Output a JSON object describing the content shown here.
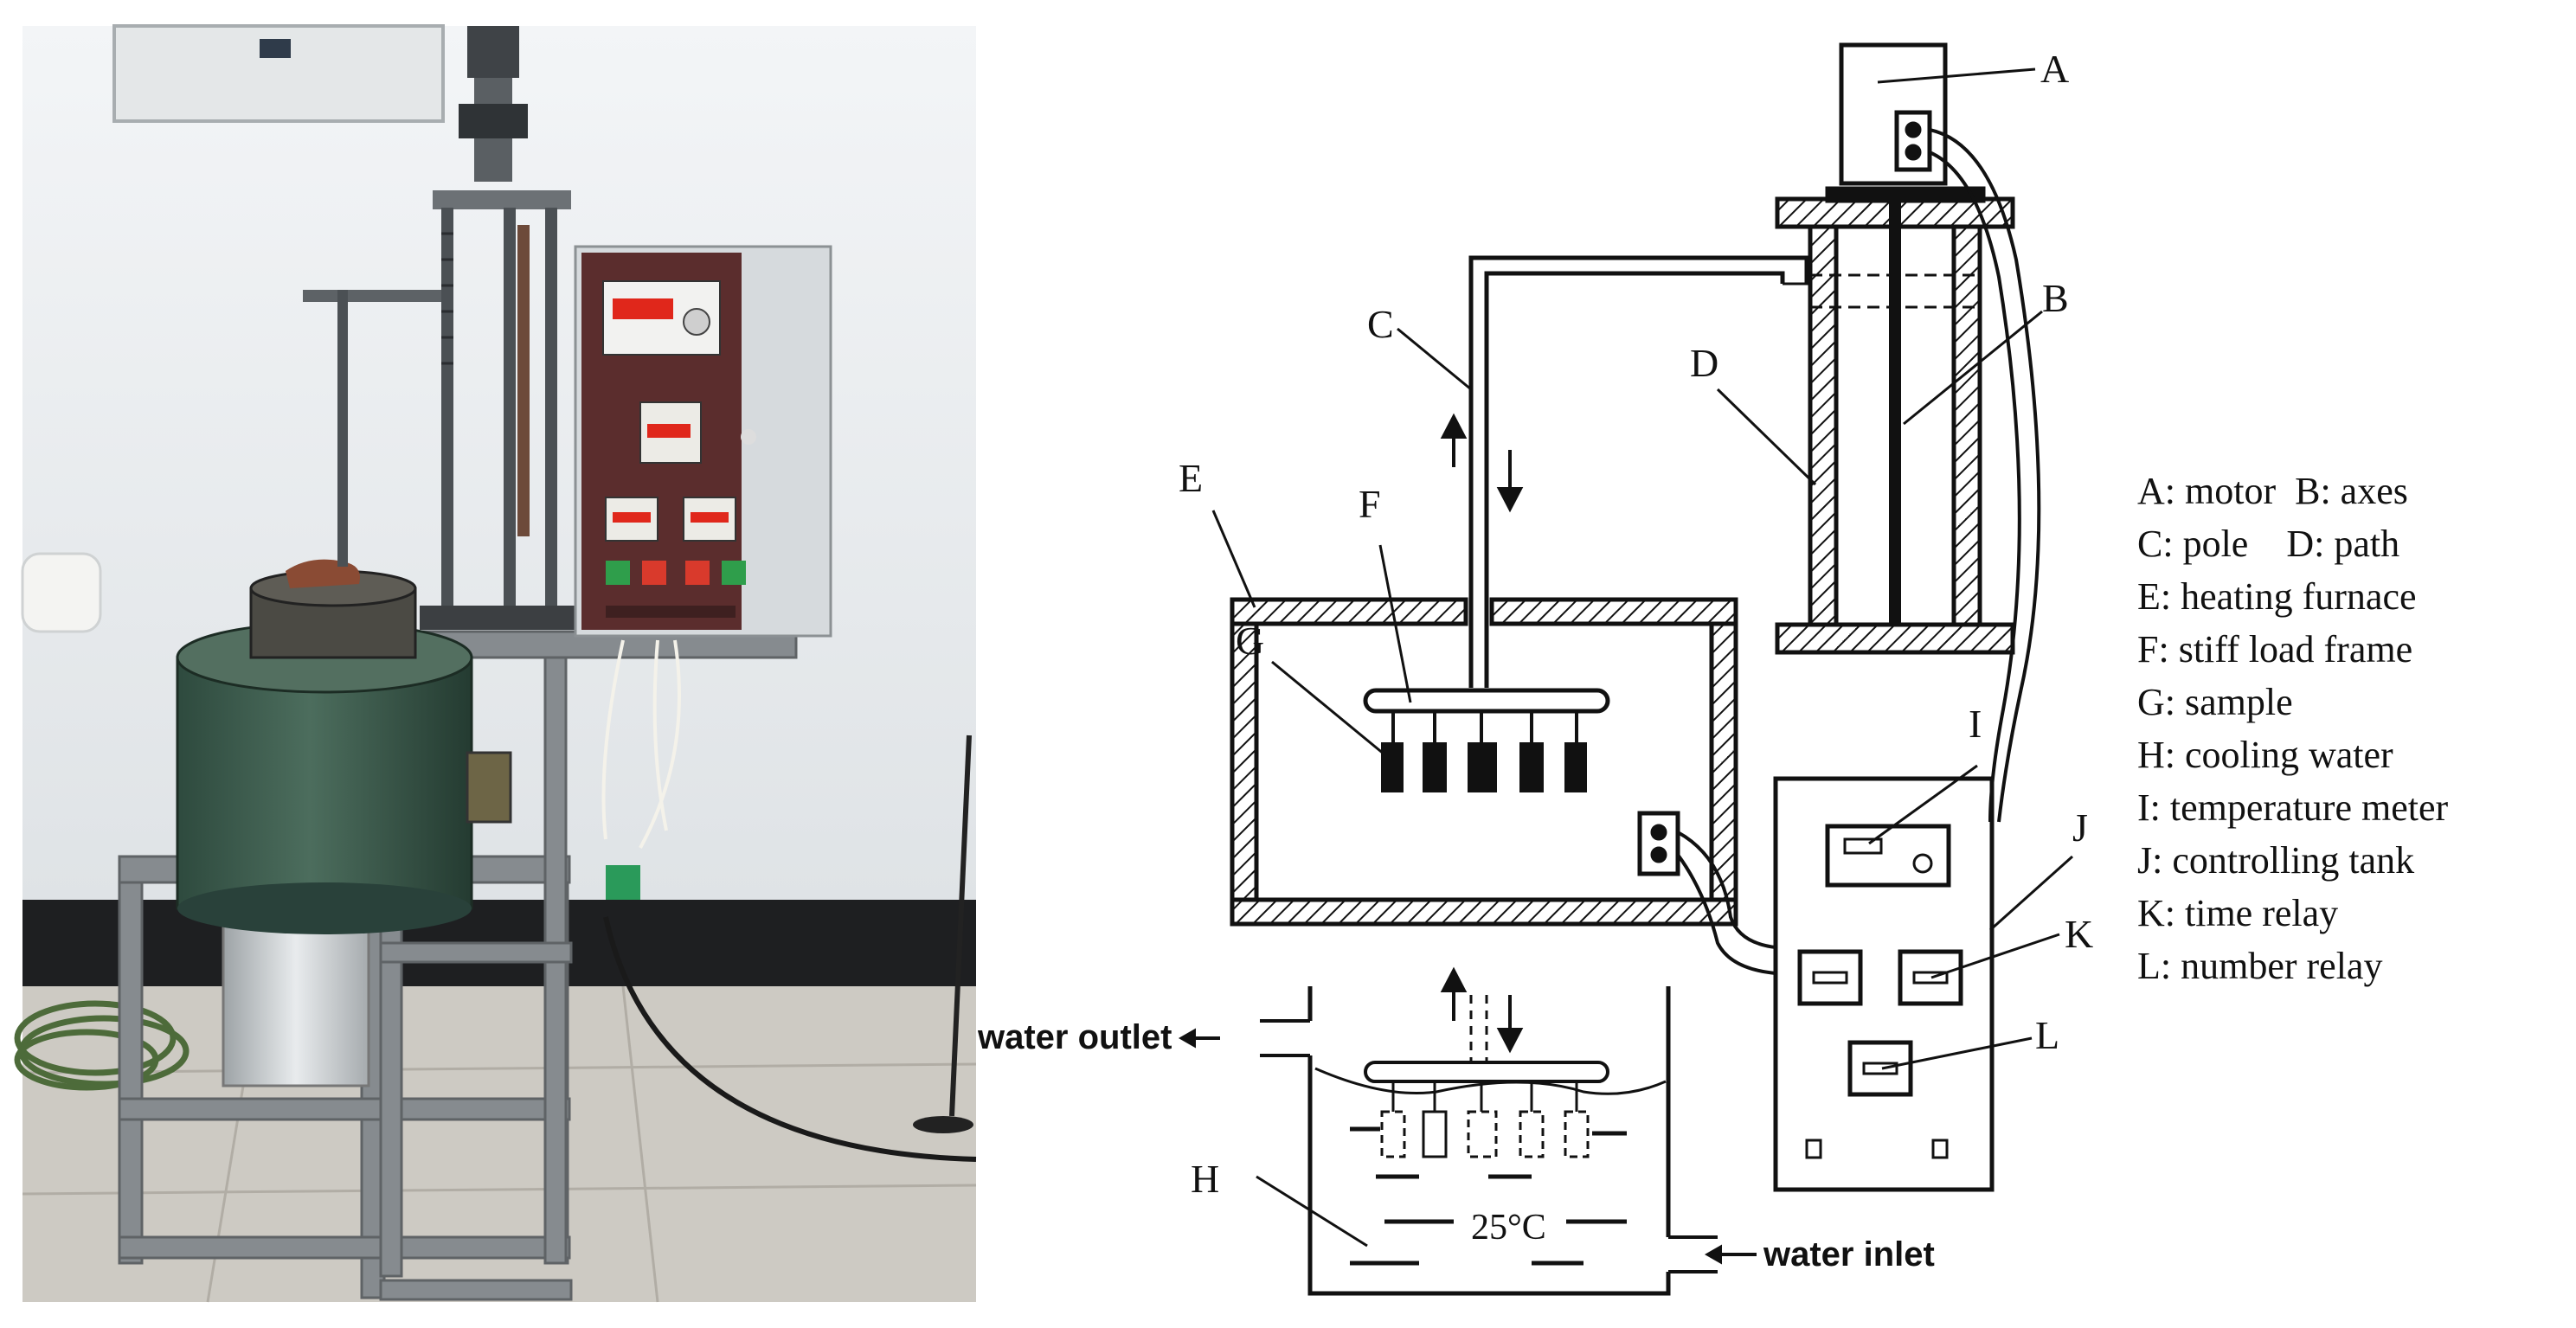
{
  "letters": {
    "a": "A",
    "b": "B",
    "c": "C",
    "d": "D",
    "e": "E",
    "f": "F",
    "g": "G",
    "h": "H",
    "i": "I",
    "j": "J",
    "k": "K",
    "l": "L"
  },
  "temperature": "25°C",
  "water_outlet": "water outlet",
  "water_inlet": "water inlet",
  "legend": {
    "row1": "A: motor  B: axes",
    "row2": "C: pole    D: path",
    "row3": "E: heating furnace",
    "row4": "F: stiff load frame",
    "row5": "G: sample",
    "row6": "H: cooling water",
    "row7": "I: temperature meter",
    "row8": "J: controlling tank",
    "row9": "K: time relay",
    "row10": "L: number relay"
  },
  "colors": {
    "wall": "#e9edf0",
    "floor_tile": "#c7c4bd",
    "cabinet_front": "#5a2c2c",
    "cabinet_body": "#d9dde0",
    "frame_grey": "#8d9296",
    "furnace_green": "#3f5d4f",
    "display_red": "#e0271b"
  }
}
